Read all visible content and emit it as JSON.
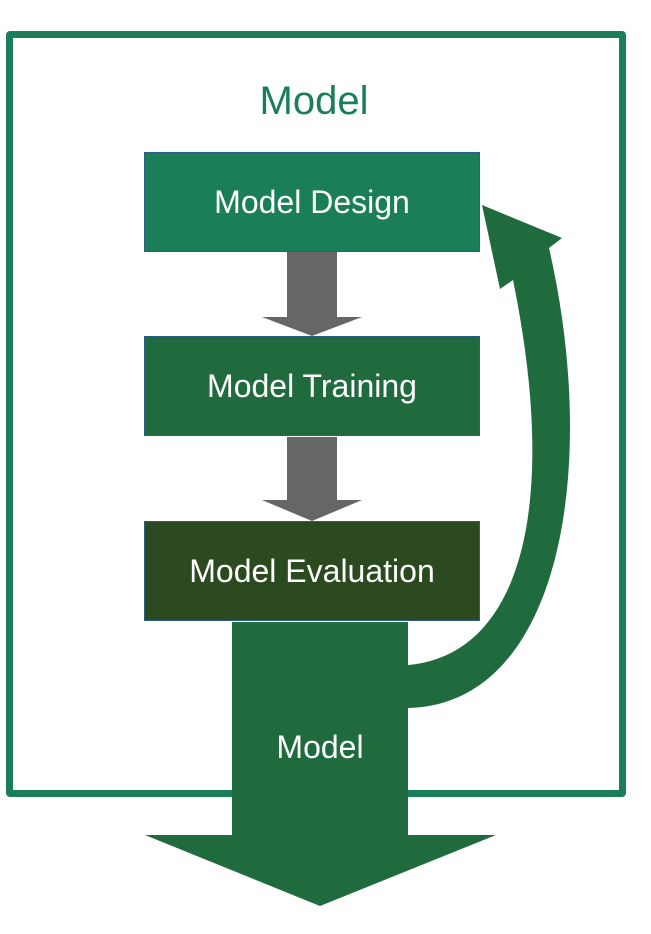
{
  "title": "Model",
  "stages": [
    {
      "label": "Model Design"
    },
    {
      "label": "Model Training"
    },
    {
      "label": "Model Evaluation"
    }
  ],
  "output": {
    "label": "Model"
  },
  "colors": {
    "frame": "#1a7f58",
    "design": "#1a7f58",
    "training": "#1f6b3d",
    "evaluation": "#2b4a20",
    "output_arrow": "#1f6b3d",
    "step_arrow": "#666666"
  }
}
